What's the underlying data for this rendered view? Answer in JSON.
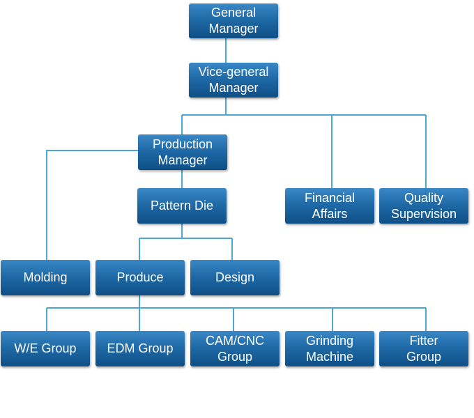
{
  "org_chart": {
    "general_manager": "General Manager",
    "vice_general_manager": "Vice-general Manager",
    "production_manager": "Production Manager",
    "financial_affairs": "Financial Affairs",
    "quality_supervision": "Quality Supervision",
    "pattern_die": "Pattern Die",
    "molding": "Molding",
    "produce": "Produce",
    "design": "Design",
    "we_group": "W/E Group",
    "edm_group": "EDM Group",
    "cam_cnc_group": "CAM/CNC Group",
    "grinding_machine": "Grinding Machine",
    "fitter_group": "Fitter Group"
  },
  "colors": {
    "box_top": "#3b88c6",
    "box_bottom": "#0f4f86",
    "connector": "#4aa6d8",
    "text": "#ffffff"
  }
}
